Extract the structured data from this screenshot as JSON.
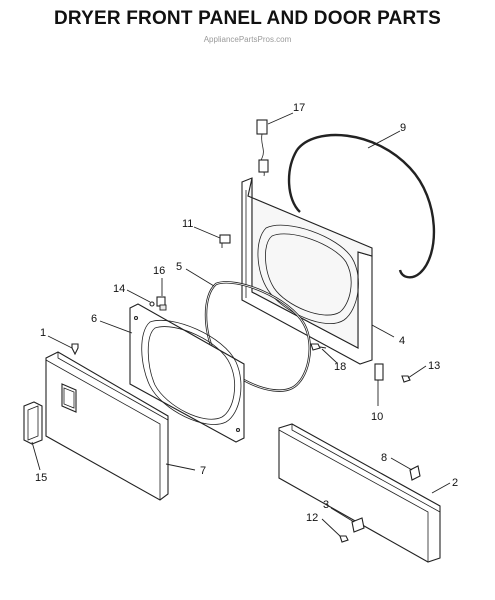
{
  "title": "DRYER FRONT PANEL AND DOOR PARTS",
  "watermark": "AppliancePartsPros.com",
  "callouts": [
    {
      "id": "c1",
      "label": "1"
    },
    {
      "id": "c2",
      "label": "2"
    },
    {
      "id": "c3",
      "label": "3"
    },
    {
      "id": "c4",
      "label": "4"
    },
    {
      "id": "c5",
      "label": "5"
    },
    {
      "id": "c6",
      "label": "6"
    },
    {
      "id": "c7",
      "label": "7"
    },
    {
      "id": "c8",
      "label": "8"
    },
    {
      "id": "c9",
      "label": "9"
    },
    {
      "id": "c10",
      "label": "10"
    },
    {
      "id": "c11",
      "label": "11"
    },
    {
      "id": "c12",
      "label": "12"
    },
    {
      "id": "c13",
      "label": "13"
    },
    {
      "id": "c14",
      "label": "14"
    },
    {
      "id": "c15",
      "label": "15"
    },
    {
      "id": "c16",
      "label": "16"
    },
    {
      "id": "c17",
      "label": "17"
    },
    {
      "id": "c18",
      "label": "18"
    }
  ]
}
